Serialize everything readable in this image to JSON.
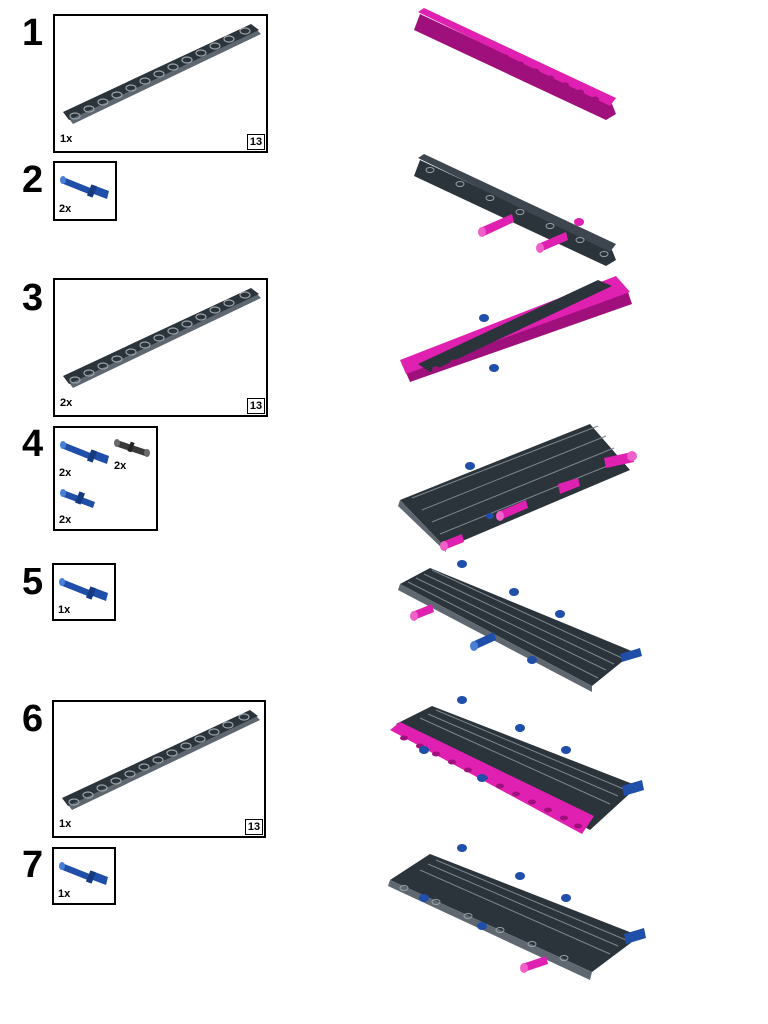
{
  "colors": {
    "beam_dark": "#2b333b",
    "beam_edge": "#5f6870",
    "beam_hole": "#9aa3aa",
    "beam_magenta": "#e020b0",
    "beam_magenta_dark": "#a0107c",
    "pin_blue": "#1f4fa8",
    "pin_blue_light": "#4a7fd6",
    "pin_black": "#3a3a3a"
  },
  "steps": [
    {
      "number": "1",
      "parts": [
        {
          "kind": "beam",
          "icon": "liftarm-13-icon",
          "qty": "1x",
          "length": "13"
        }
      ]
    },
    {
      "number": "2",
      "parts": [
        {
          "kind": "pin",
          "icon": "blue-axle-pin-icon",
          "qty": "2x"
        }
      ]
    },
    {
      "number": "3",
      "parts": [
        {
          "kind": "beam",
          "icon": "liftarm-13-icon",
          "qty": "2x",
          "length": "13"
        }
      ]
    },
    {
      "number": "4",
      "parts": [
        {
          "kind": "pin",
          "icon": "blue-axle-pin-icon",
          "qty": "2x"
        },
        {
          "kind": "pin",
          "icon": "black-friction-pin-icon",
          "qty": "2x"
        },
        {
          "kind": "pin",
          "icon": "blue-short-pin-icon",
          "qty": "2x"
        }
      ]
    },
    {
      "number": "5",
      "parts": [
        {
          "kind": "pin",
          "icon": "blue-axle-pin-icon",
          "qty": "1x"
        }
      ]
    },
    {
      "number": "6",
      "parts": [
        {
          "kind": "beam",
          "icon": "liftarm-13-icon",
          "qty": "1x",
          "length": "13"
        }
      ]
    },
    {
      "number": "7",
      "parts": [
        {
          "kind": "pin",
          "icon": "blue-axle-pin-icon",
          "qty": "1x"
        }
      ]
    }
  ]
}
